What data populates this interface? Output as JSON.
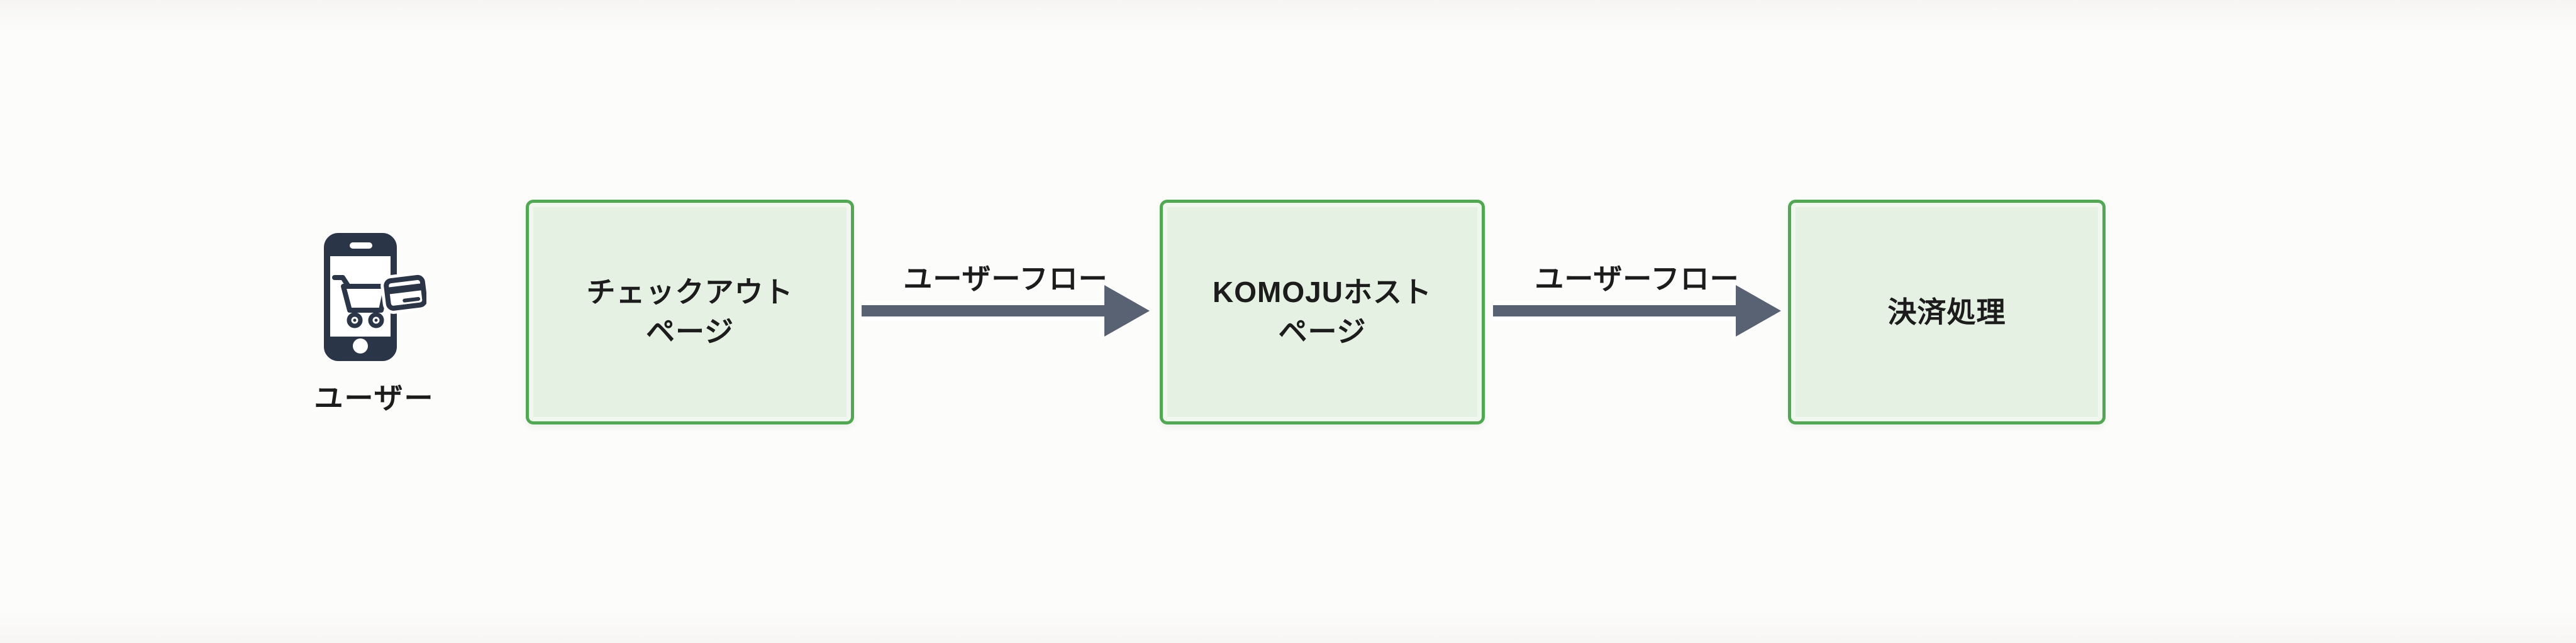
{
  "diagram": {
    "type": "flowchart",
    "direction": "left-to-right",
    "actor": {
      "label": "ユーザー",
      "icon": "mobile-shopping-cart-icon"
    },
    "nodes": [
      {
        "id": "checkout-page",
        "lines": [
          "チェックアウト",
          "ページ"
        ]
      },
      {
        "id": "komoju-hosted-page",
        "lines": [
          "KOMOJUホスト",
          "ページ"
        ]
      },
      {
        "id": "payment-processing",
        "lines": [
          "決済処理"
        ]
      }
    ],
    "edges": [
      {
        "from": "checkout-page",
        "to": "komoju-hosted-page",
        "label": "ユーザーフロー"
      },
      {
        "from": "komoju-hosted-page",
        "to": "payment-processing",
        "label": "ユーザーフロー"
      }
    ],
    "colors": {
      "background": "#fbfbfa",
      "node_fill": "#e5f1e2",
      "node_border": "#4ea950",
      "arrow": "#596272",
      "text": "#1c1c1c",
      "icon": "#2a3547"
    }
  }
}
